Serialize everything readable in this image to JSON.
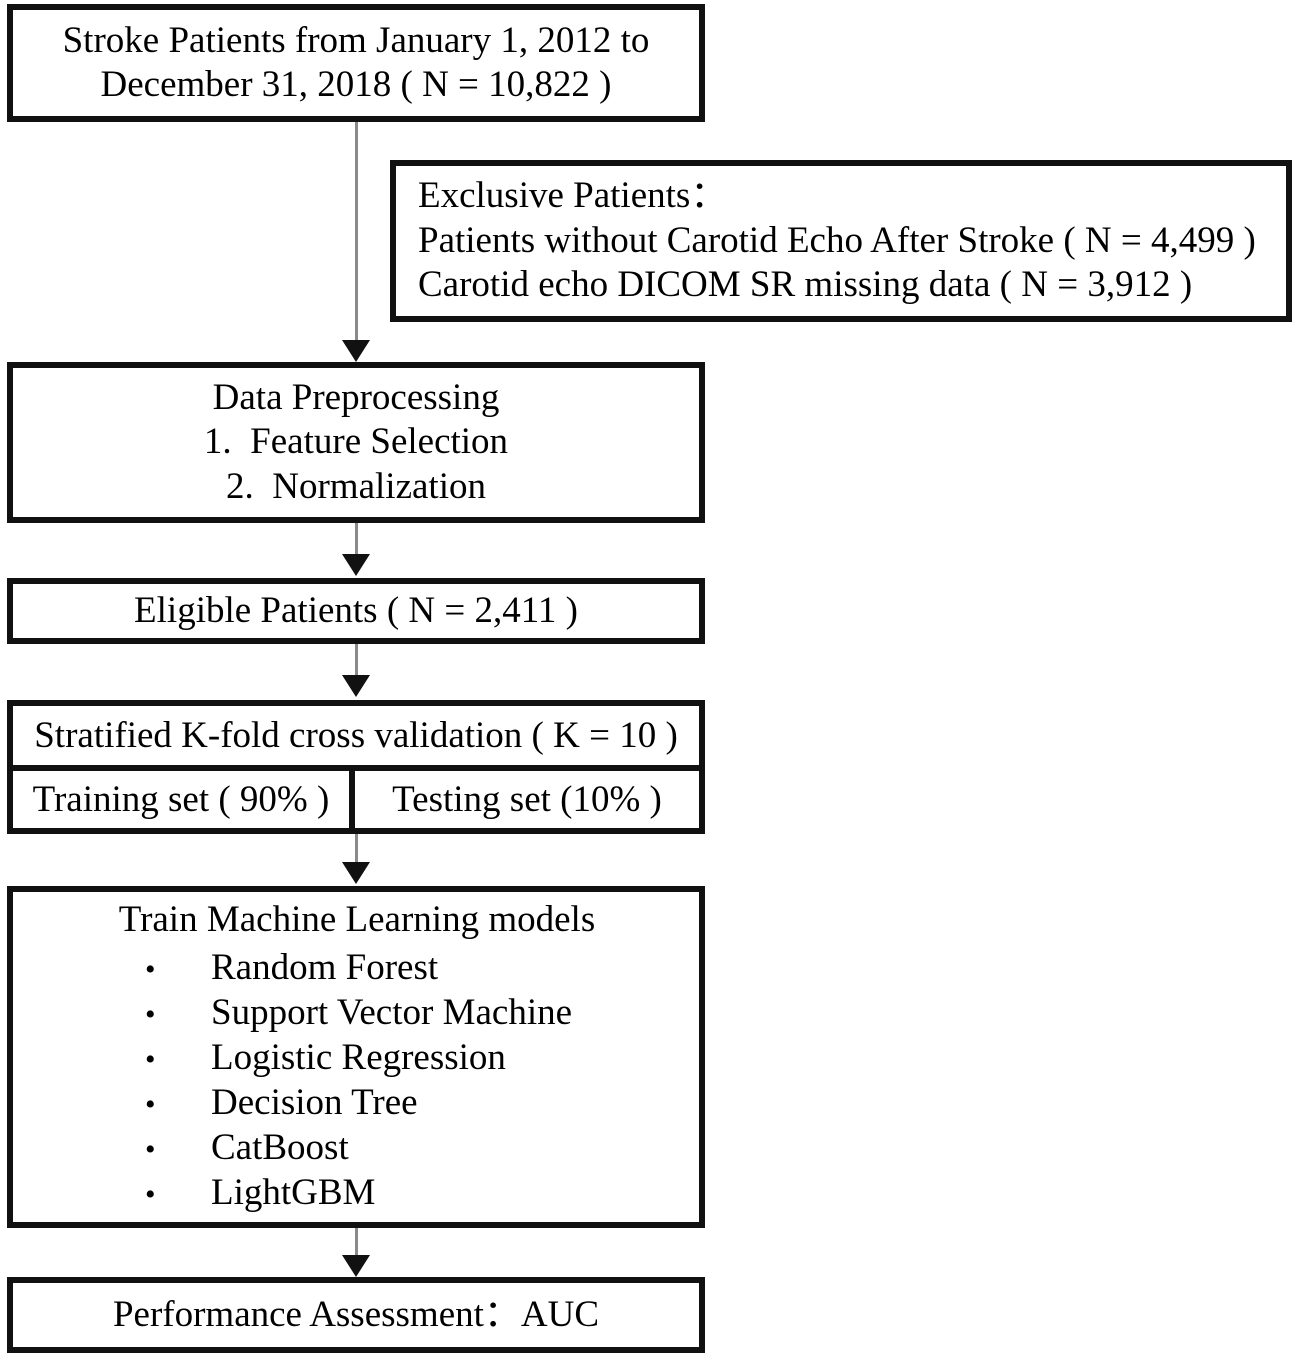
{
  "figure": {
    "type": "flowchart",
    "title": "Study cohort selection and machine learning workflow",
    "orientation": "top-to-bottom",
    "background_color": "#ffffff",
    "border_color": "#111111",
    "connector_color": "#8a8a8a"
  },
  "nodes": {
    "cohort": {
      "id": "cohort",
      "lines": [
        "Stroke Patients from January 1, 2012 to",
        "December 31, 2018 ( N = 10,822 )"
      ],
      "align": "center"
    },
    "exclusions": {
      "id": "exclusions",
      "lines": [
        "Exclusive Patients：",
        "Patients without Carotid Echo After Stroke ( N = 4,499 )",
        "Carotid echo DICOM SR missing data ( N = 3,912 )"
      ],
      "align": "left"
    },
    "preprocess": {
      "id": "preprocess",
      "lines": [
        "Data Preprocessing",
        "1.  Feature Selection",
        "2.  Normalization"
      ],
      "align": "center"
    },
    "eligible": {
      "id": "eligible",
      "lines": [
        "Eligible Patients ( N = 2,411 )"
      ],
      "align": "center"
    },
    "kfold": {
      "id": "kfold",
      "header": "Stratified K-fold cross validation ( K = 10 )",
      "training_label": "Training set ( 90% )",
      "testing_label": "Testing set (10% )"
    },
    "ml": {
      "id": "ml",
      "header": "Train Machine Learning models",
      "bullet_glyph": "•",
      "models": [
        "Random Forest",
        "Support Vector Machine",
        "Logistic Regression",
        "Decision Tree",
        "CatBoost",
        "LightGBM"
      ]
    },
    "performance": {
      "id": "performance",
      "lines": [
        "Performance Assessment：AUC"
      ],
      "align": "center"
    }
  },
  "counts": {
    "total_patients": "10,822",
    "excluded_no_carotid_echo": "4,499",
    "excluded_dicom_sr_missing": "3,912",
    "eligible_patients": "2,411",
    "k_folds": "10",
    "training_percent": "90%",
    "testing_percent": "10%"
  }
}
